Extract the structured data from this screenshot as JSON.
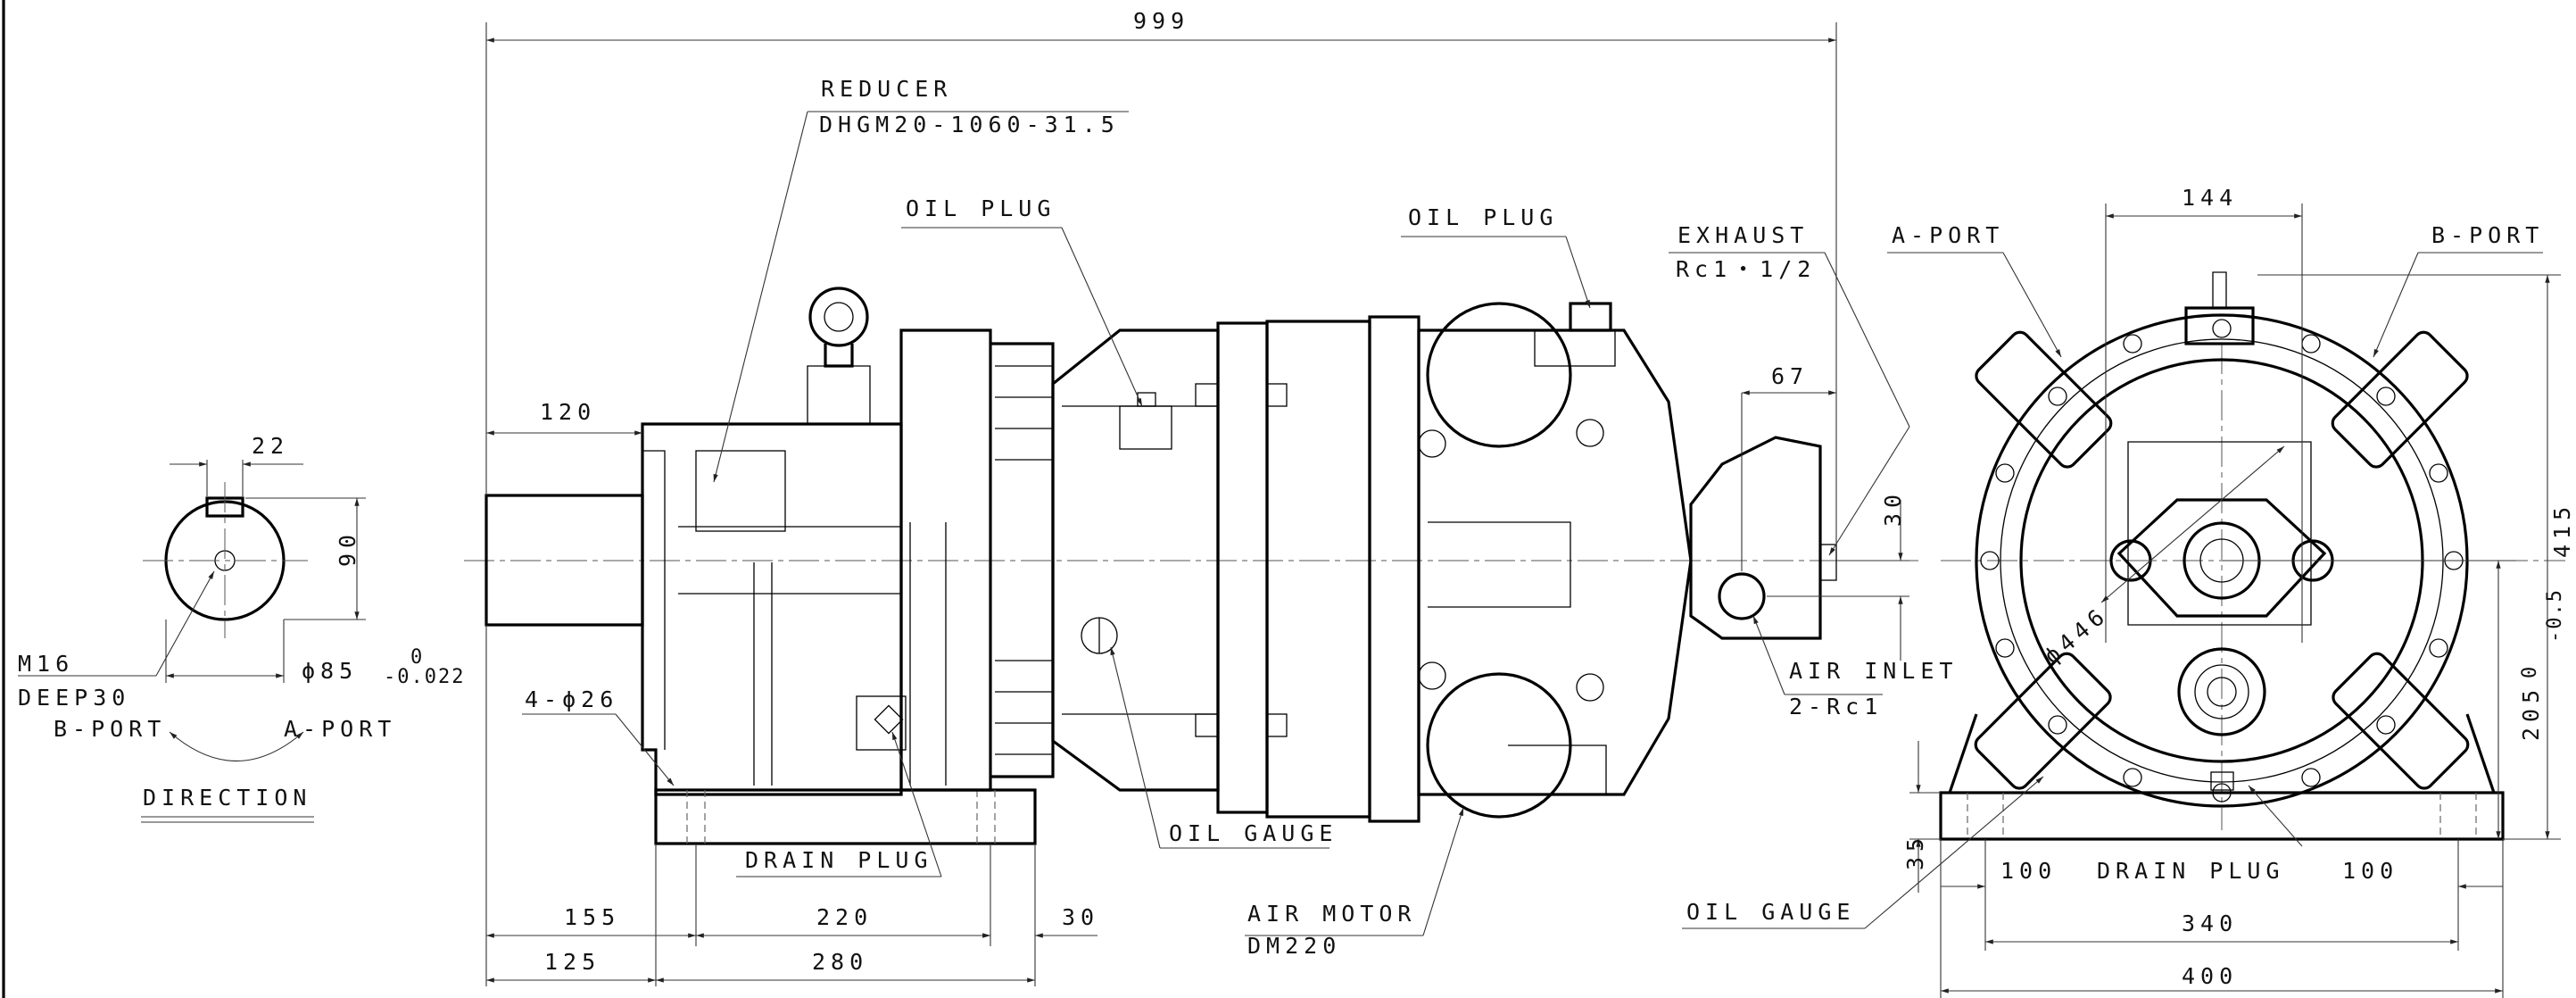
{
  "key_view": {
    "dim_key_width": "22",
    "dim_height": "90",
    "dim_shaft_dia": "ϕ85",
    "tol_upper": "0",
    "tol_lower": "-0.022",
    "tap_thread": "M16",
    "tap_depth": "DEEP30",
    "b_port": "B-PORT",
    "a_port": "A-PORT",
    "direction": "DIRECTION"
  },
  "side_view": {
    "overall_length": "999",
    "reducer_label": "REDUCER",
    "reducer_model": "DHGM20-1060-31.5",
    "oil_plug_left": "OIL PLUG",
    "oil_plug_right": "OIL PLUG",
    "exhaust_label": "EXHAUST",
    "exhaust_thread": "Rc1・1/2",
    "dim_shaft_len": "120",
    "dim_67": "67",
    "dim_30_vertical": "30",
    "holes": "4-ϕ26",
    "air_inlet_label": "AIR INLET",
    "air_inlet_thread": "2-Rc1",
    "drain_plug": "DRAIN PLUG",
    "oil_gauge": "OIL GAUGE",
    "air_motor_label": "AIR MOTOR",
    "air_motor_model": "DM220",
    "dim_155": "155",
    "dim_220": "220",
    "dim_30_bottom": "30",
    "dim_125": "125",
    "dim_280": "280"
  },
  "front_view": {
    "a_port": "A-PORT",
    "b_port": "B-PORT",
    "dim_144": "144",
    "dim_415": "415",
    "dim_205": "205",
    "tol_upper": "0",
    "tol_lower": "-0.5",
    "dia_446": "ϕ446",
    "dim_35": "35",
    "dim_100_left": "100",
    "dim_100_right": "100",
    "drain_plug": "DRAIN PLUG",
    "dim_340": "340",
    "dim_400": "400",
    "oil_gauge": "OIL GAUGE"
  }
}
